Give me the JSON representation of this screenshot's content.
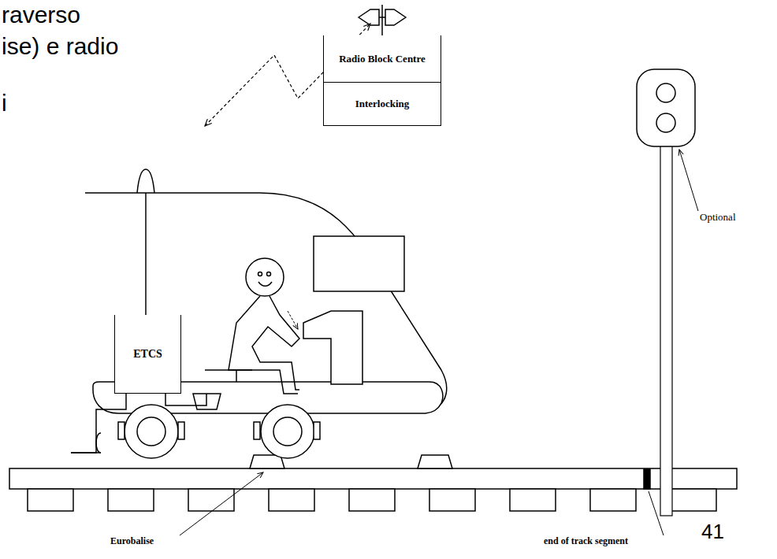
{
  "diagram": {
    "nodes": [
      {
        "text": [
          "Radio Block Centre"
        ]
      },
      {
        "text": [
          "Interlocking"
        ]
      },
      {
        "text": [
          "ETCS"
        ]
      }
    ],
    "labels": [
      "raverso",
      "ise) e radio",
      "i",
      "Optional",
      "Eurobalise",
      "end of track segment",
      "41"
    ]
  }
}
